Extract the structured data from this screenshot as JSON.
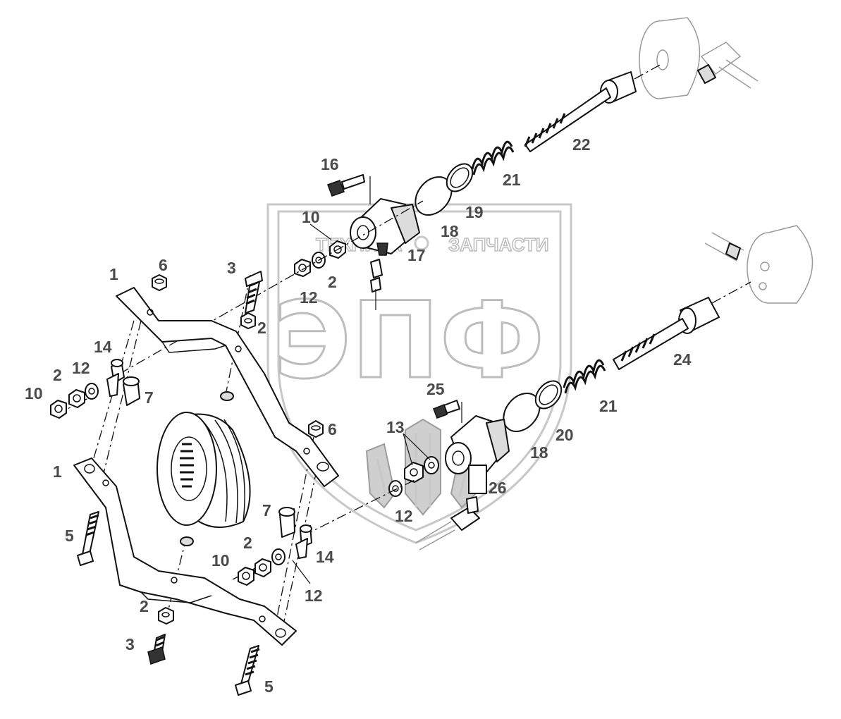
{
  "watermark": {
    "big_letters": "ЭПФ",
    "word_left": "ТЕХНИКА",
    "word_right": "ЗАПЧАСТИ"
  },
  "callouts": {
    "c1a": "1",
    "c1b": "1",
    "c2a": "2",
    "c2b": "2",
    "c2c": "2",
    "c2d": "2",
    "c2e": "2",
    "c3a": "3",
    "c3b": "3",
    "c5a": "5",
    "c5b": "5",
    "c6a": "6",
    "c6b": "6",
    "c7a": "7",
    "c7b": "7",
    "c10a": "10",
    "c10b": "10",
    "c10c": "10",
    "c12a": "12",
    "c12b": "12",
    "c12c": "12",
    "c12d": "12",
    "c13": "13",
    "c14a": "14",
    "c14b": "14",
    "c16": "16",
    "c17": "17",
    "c18a": "18",
    "c18b": "18",
    "c19": "19",
    "c20": "20",
    "c21a": "21",
    "c21b": "21",
    "c22": "22",
    "c24": "24",
    "c25": "25",
    "c26": "26"
  }
}
